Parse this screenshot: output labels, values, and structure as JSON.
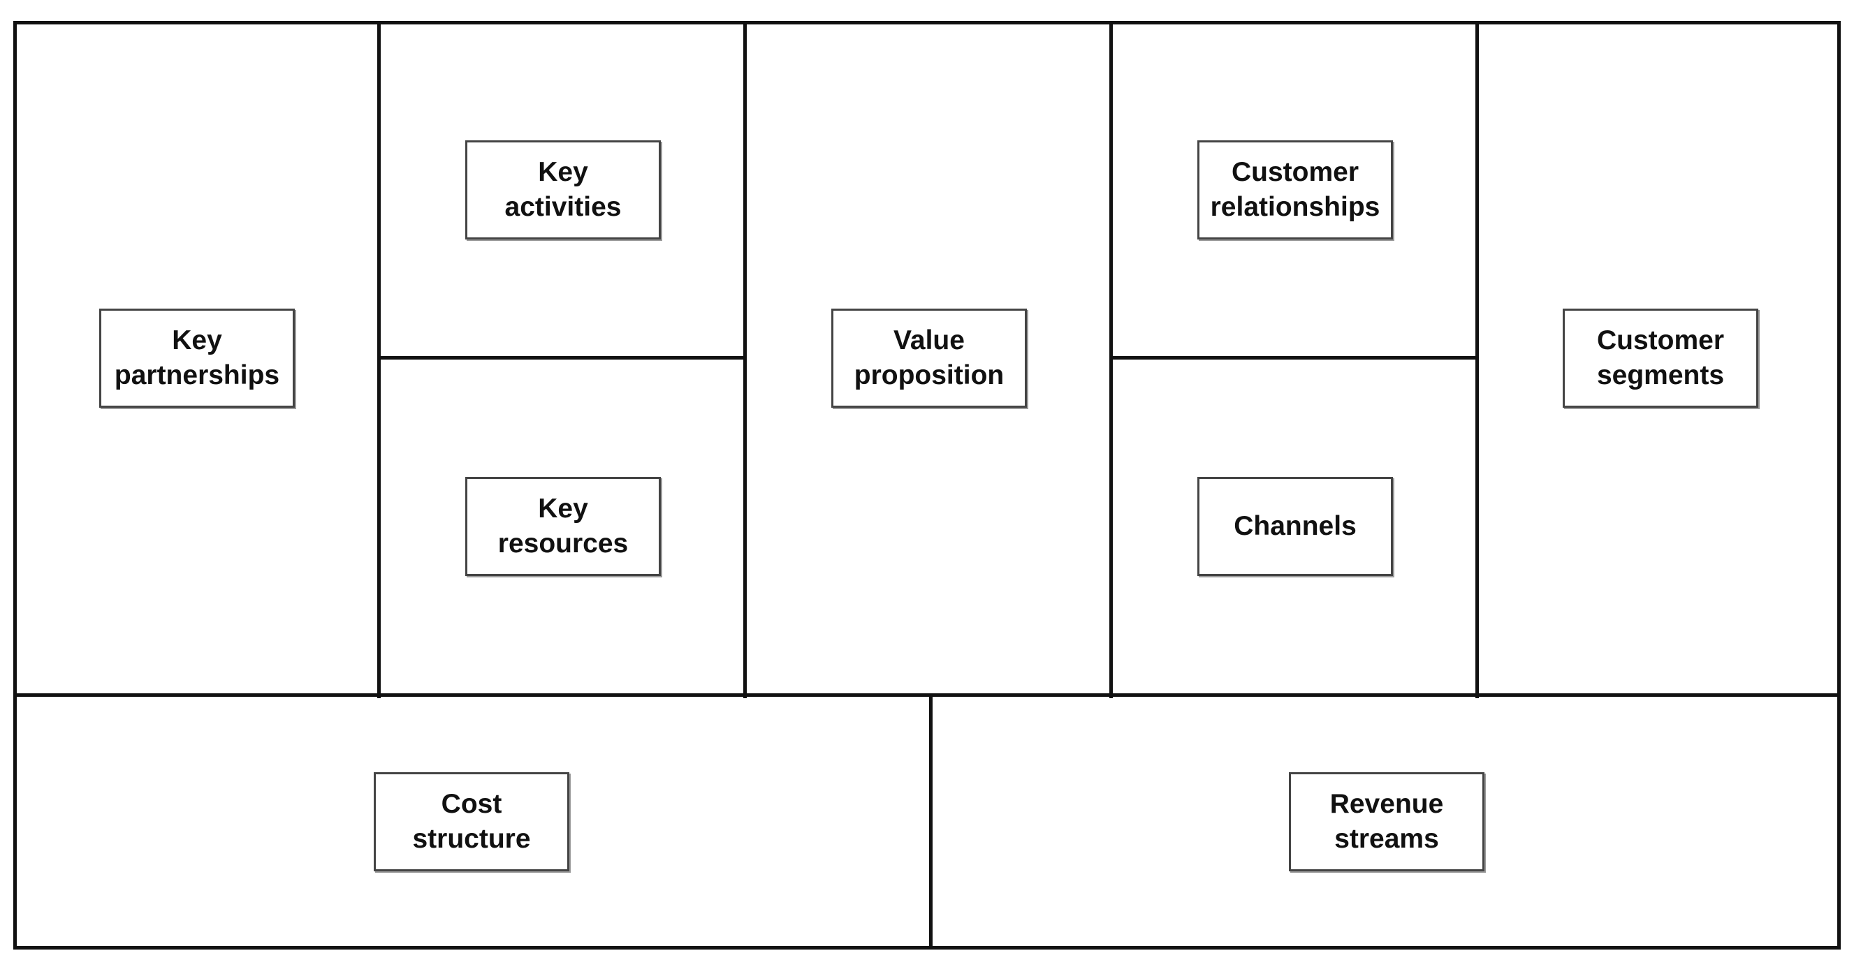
{
  "canvas": {
    "blocks": [
      {
        "id": "key-partnerships",
        "lines": [
          "Key",
          "partnerships"
        ]
      },
      {
        "id": "key-activities",
        "lines": [
          "Key",
          "activities"
        ]
      },
      {
        "id": "key-resources",
        "lines": [
          "Key",
          "resources"
        ]
      },
      {
        "id": "value-proposition",
        "lines": [
          "Value",
          "proposition"
        ]
      },
      {
        "id": "customer-relationships",
        "lines": [
          "Customer",
          "relationships"
        ]
      },
      {
        "id": "channels",
        "lines": [
          "Channels"
        ]
      },
      {
        "id": "customer-segments",
        "lines": [
          "Customer",
          "segments"
        ]
      },
      {
        "id": "cost-structure",
        "lines": [
          "Cost",
          "structure"
        ]
      },
      {
        "id": "revenue-streams",
        "lines": [
          "Revenue",
          "streams"
        ]
      }
    ]
  }
}
